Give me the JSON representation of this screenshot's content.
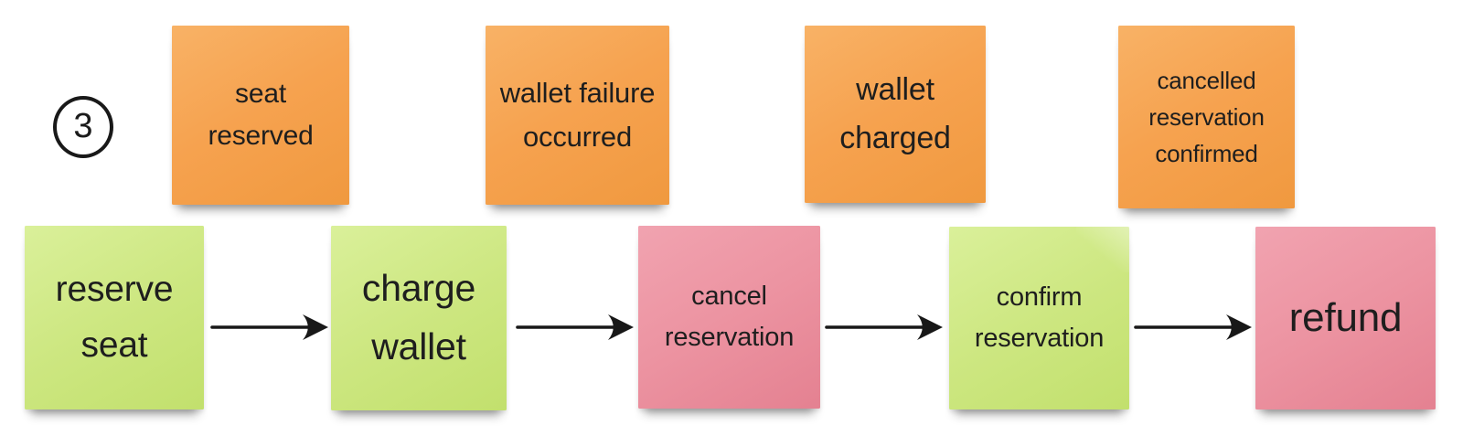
{
  "badge": {
    "value": "3"
  },
  "events": [
    {
      "text": "seat reserved",
      "color": "orange"
    },
    {
      "text": "wallet failure occurred",
      "color": "orange"
    },
    {
      "text": "wallet charged",
      "color": "orange"
    },
    {
      "text": "cancelled reservation confirmed",
      "color": "orange"
    }
  ],
  "flow": [
    {
      "text": "reserve seat",
      "color": "green"
    },
    {
      "text": "charge wallet",
      "color": "green"
    },
    {
      "text": "cancel reservation",
      "color": "pink"
    },
    {
      "text": "confirm reservation",
      "color": "green"
    },
    {
      "text": "refund",
      "color": "pink"
    }
  ],
  "connectors": [
    {
      "from": "reserve seat",
      "to": "charge wallet"
    },
    {
      "from": "charge wallet",
      "to": "cancel reservation"
    },
    {
      "from": "cancel reservation",
      "to": "confirm reservation"
    },
    {
      "from": "confirm reservation",
      "to": "refund"
    }
  ],
  "colors": {
    "event_note_orange": "#f6a24f",
    "command_note_green": "#cde781",
    "alt_note_pink": "#ec93a1",
    "arrow": "#181818",
    "background": "#ffffff"
  }
}
